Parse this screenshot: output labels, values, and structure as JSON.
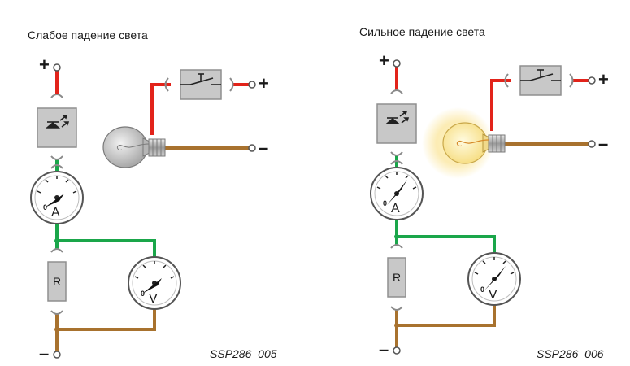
{
  "panels": [
    {
      "caption": "Слабое падение света",
      "figure_code": "SSP286_005",
      "lamp_state": "off",
      "plus_sign": "+",
      "minus_sign": "–",
      "ammeter_unit": "A",
      "ammeter_zero": "0",
      "voltmeter_unit": "V",
      "voltmeter_zero": "0",
      "resistor_label": "R"
    },
    {
      "caption": "Сильное падение света",
      "figure_code": "SSP286_006",
      "lamp_state": "on",
      "plus_sign": "+",
      "minus_sign": "–",
      "ammeter_unit": "A",
      "ammeter_zero": "0",
      "voltmeter_unit": "V",
      "voltmeter_zero": "0",
      "resistor_label": "R"
    }
  ],
  "colors": {
    "positive_wire": "#e2231a",
    "measure_wire": "#1aa64a",
    "negative_wire": "#a8722e",
    "component_fill": "#c8c8c8",
    "lamp_off": "#c4c4c4",
    "lamp_on": "#fff3b0",
    "lamp_glow": "#fbe7a1"
  },
  "icons": {
    "sensor": "photodiode-icon",
    "switch": "pushbutton-switch-icon",
    "lamp": "light-bulb-icon",
    "ammeter": "ammeter-gauge-icon",
    "voltmeter": "voltmeter-gauge-icon",
    "resistor": "resistor-icon"
  }
}
